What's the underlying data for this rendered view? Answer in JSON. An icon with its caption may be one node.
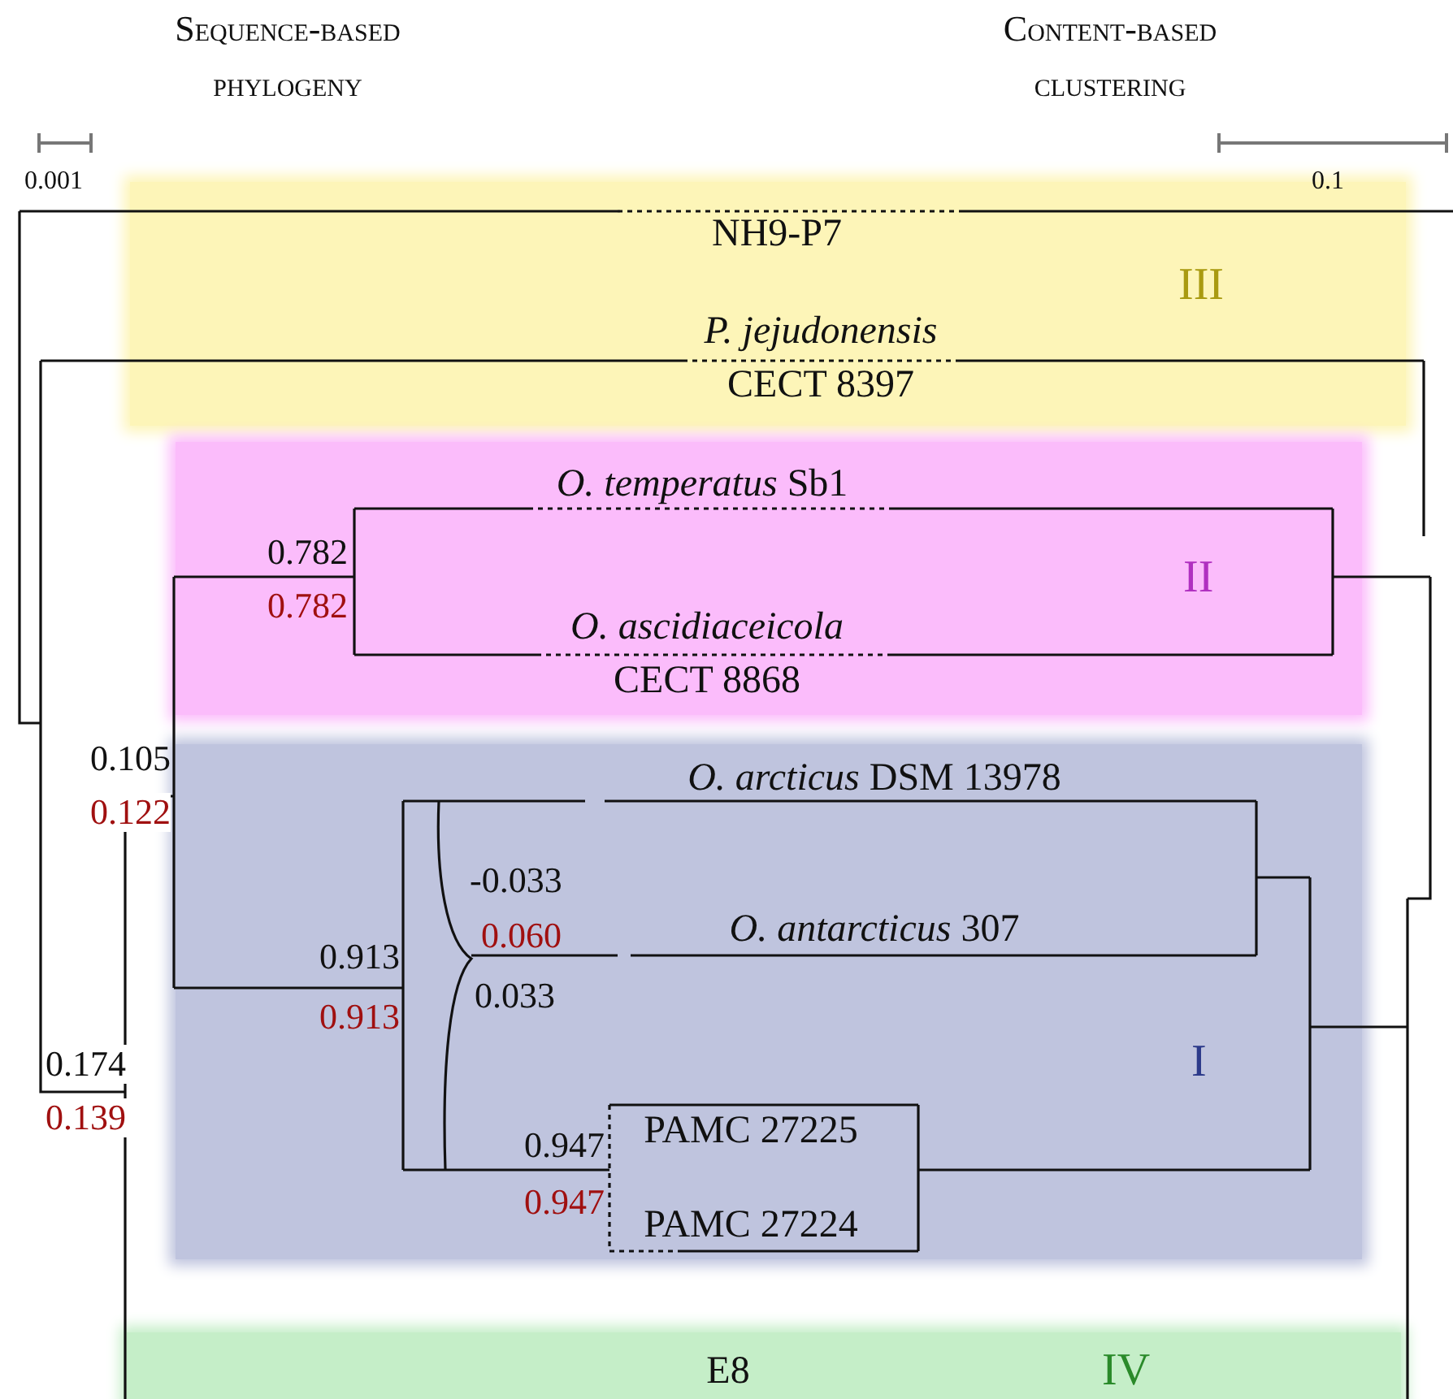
{
  "diagram": {
    "nodes": [
      {
        "text": [
          "III"
        ]
      },
      {
        "text": [
          "NH9-P7"
        ],
        "in": 0
      },
      {
        "text": [
          "*P. jejudonensis* CECT 8397"
        ],
        "in": 0
      },
      {
        "text": [
          "II"
        ]
      },
      {
        "text": [
          "*O. temperatus* Sb1"
        ],
        "in": 3
      },
      {
        "text": [
          "*O. ascidiaceicola* CECT 8868"
        ],
        "in": 3
      },
      {
        "text": [
          "I"
        ]
      },
      {
        "text": [
          "*O. arcticus* DSM 13978"
        ],
        "in": 6
      },
      {
        "text": [
          "*O. antarcticus* 307"
        ],
        "in": 6
      },
      {
        "text": [
          "PAMC 27225"
        ],
        "in": 6
      },
      {
        "text": [
          "PAMC 27224"
        ],
        "in": 6
      },
      {
        "text": [
          "IV"
        ]
      },
      {
        "text": [
          "E8"
        ],
        "in": 11
      }
    ],
    "labels": [
      "Sequence-based phylogeny",
      "Content-based clustering",
      "0.001",
      "0.1",
      "0.782",
      "0.782",
      "0.105",
      "0.122",
      "-0.033",
      "0.060",
      "0.913",
      "0.033",
      "0.913",
      "0.174",
      "0.139",
      "0.947",
      "0.947"
    ]
  }
}
